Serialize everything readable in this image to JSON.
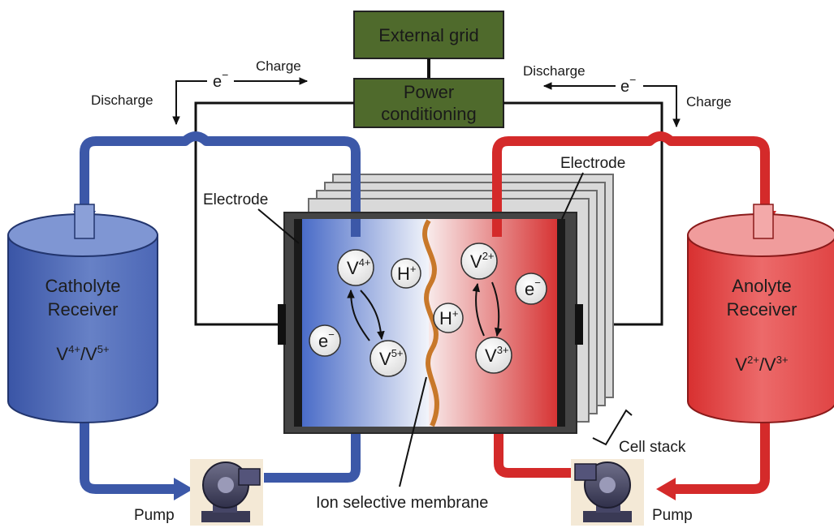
{
  "boxes": {
    "external_grid": "External grid",
    "power_conditioning_line1": "Power",
    "power_conditioning_line2": "conditioning"
  },
  "flow_labels": {
    "left_discharge": "Discharge",
    "left_charge": "Charge",
    "right_discharge": "Discharge",
    "right_charge": "Charge",
    "electron": "e",
    "electron_sup": "−"
  },
  "electrodes": {
    "left": "Electrode",
    "right": "Electrode"
  },
  "tanks": {
    "left_line1": "Catholyte",
    "left_line2": "Receiver",
    "left_species": {
      "a": "V",
      "a_sup": "4+",
      "sep": "/V",
      "b_sup": "5+"
    },
    "right_line1": "Anolyte",
    "right_line2": "Receiver",
    "right_species": {
      "a": "V",
      "a_sup": "2+",
      "sep": "/V",
      "b_sup": "3+"
    }
  },
  "ions": {
    "v4": {
      "base": "V",
      "sup": "4+"
    },
    "v5": {
      "base": "V",
      "sup": "5+"
    },
    "v2": {
      "base": "V",
      "sup": "2+"
    },
    "v3": {
      "base": "V",
      "sup": "3+"
    },
    "h_left": {
      "base": "H",
      "sup": "+"
    },
    "h_right": {
      "base": "H",
      "sup": "+"
    },
    "e_left": {
      "base": "e",
      "sup": "−"
    },
    "e_right": {
      "base": "e",
      "sup": "−"
    }
  },
  "bottom_labels": {
    "pump_left": "Pump",
    "pump_right": "Pump",
    "membrane": "Ion selective membrane",
    "cell_stack": "Cell stack"
  },
  "colors": {
    "catholyte_blue": "#3c58a8",
    "anolyte_red": "#d42a2a",
    "grid_box_green": "#4f6a2c",
    "membrane_orange": "#c8782a"
  }
}
